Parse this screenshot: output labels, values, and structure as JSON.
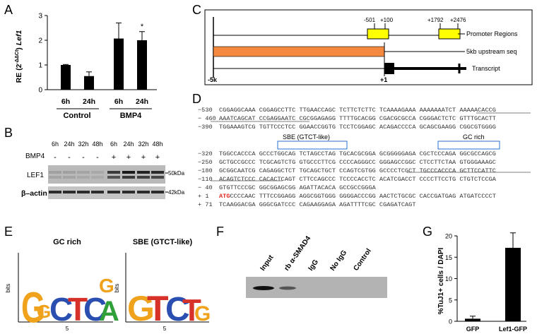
{
  "panels": {
    "A": "A",
    "B": "B",
    "C": "C",
    "D": "D",
    "E": "E",
    "F": "F",
    "G": "G"
  },
  "panelA": {
    "ylabel_pre": "RE (2",
    "ylabel_sup": "-ΔΔCt",
    "ylabel_post": ") ",
    "ylabel_gene": "Lef1",
    "groups": [
      "Control",
      "BMP4"
    ],
    "star": "*",
    "chart_data": {
      "type": "bar",
      "categories": [
        "6h",
        "24h",
        "6h",
        "24h"
      ],
      "values": [
        1.0,
        0.55,
        2.07,
        2.0
      ],
      "errors": [
        0.02,
        0.17,
        0.63,
        0.35
      ],
      "ylim": [
        0,
        3
      ],
      "yticks": [
        "0",
        "1",
        "2",
        "3"
      ]
    }
  },
  "panelB": {
    "times": [
      "6h",
      "24h",
      "32h",
      "48h",
      "6h",
      "24h",
      "32h",
      "48h"
    ],
    "bmp4_label": "BMP4",
    "bmp4_signs": [
      "-",
      "-",
      "-",
      "-",
      "+",
      "+",
      "+",
      "+"
    ],
    "row1_label": "LEF1",
    "row2_label": "β–actin",
    "mw1": "50kDa",
    "mw2": "42kDa"
  },
  "panelC": {
    "pos1": "-501",
    "pos2": "+100",
    "pos3": "+1792",
    "pos4": "+2476",
    "legend1": "Promoter Regions",
    "legend2": "5kb upstream seq",
    "legend3": "Transcript",
    "left": "-5k",
    "tss": "+1"
  },
  "panelD": {
    "sbe_label": "SBE (GTCT-like)",
    "gc_label": "GC rich",
    "lines": [
      {
        "n": "−530",
        "s": "CGGAGGCAAA CGGAGCCTTC TTGAACCAGC TCTTCTCTTC TCAAAAGAAA AAAAAAATCT AAAAACACCG"
      },
      {
        "n": "− 460",
        "s": "AAATCAGCAT CCGAGGAATC CGCGGAGAGG TTTTGCACGG CGACGCGCCA CGGGACTCTC GTTTGCACTT"
      },
      {
        "n": "−390",
        "s": "TGGAAAGTCG TGTTCCCTCC GGAACCGGTG TCCTCGGAGC ACAGACCCCA GCAGCGAAGG CGGCGTGGGG"
      },
      {
        "n": "−320",
        "s": "TGGCCACCCA GCCCTGGCAG TCTAGCCTAG TGCACGCGGA GCGGGGGAGA CGCTCCCAGA GGCGCCAGCG"
      },
      {
        "n": "−250",
        "s": "GCTGCCGCCC TCGCAGTCTG GTGCCCTTCG CCCCAGGGCC GGGAGCCGGC CTCCTTCTAA GTGGGAAAGC"
      },
      {
        "n": "−180",
        "s": "GCGGCAATCG CAGAGGCTCT TGCAGCTGCT CCAGTCGTGG GCCCCTCGCT TGCCCACCCA GCTTCCATTC"
      },
      {
        "n": "−110",
        "s": "ACAGTCTCCC CACACTCAGT CTTCCAGCCC TCCCCACCTC ACATCGACCT CCCCTTCCTG CTGTCTCCGA"
      },
      {
        "n": "− 40",
        "s": "GTGTTCCCGC GGCGGAGCGG AGATTACACA GCCGCCGGGA"
      },
      {
        "n": "+ 1",
        "s": "ATGCCCCAAC TTTCCGGAGG AGGCGGTGGG GGGGACCCGG AACTCTGCGC CACCGATGAG ATGATCCCCT"
      },
      {
        "n": "+ 71",
        "s": "TCAAGGACGA GGGCGATCCC CAGAAGGAGA AGATTTTCGC CGAGATCAGT"
      }
    ]
  },
  "panelE": {
    "title1": "GC rich",
    "title2_pre": "SBE (",
    "title2_bold": "GTCT-like",
    "title2_post": ")",
    "ylabel": "bits",
    "tick": "5"
  },
  "panelF": {
    "lanes": [
      "Input",
      "rb α-SMAD4",
      "IgG",
      "No IgG",
      "Control"
    ]
  },
  "panelG": {
    "ylabel": "%TuJ1+ cells / DAPI",
    "star": "**",
    "chart_data": {
      "type": "bar",
      "categories": [
        "GFP",
        "Lef1-GFP"
      ],
      "values": [
        0.6,
        17.2
      ],
      "errors": [
        0.6,
        3.5
      ],
      "ylim": [
        0,
        20
      ],
      "yticks": [
        "0",
        "5",
        "10",
        "15",
        "20"
      ]
    }
  }
}
